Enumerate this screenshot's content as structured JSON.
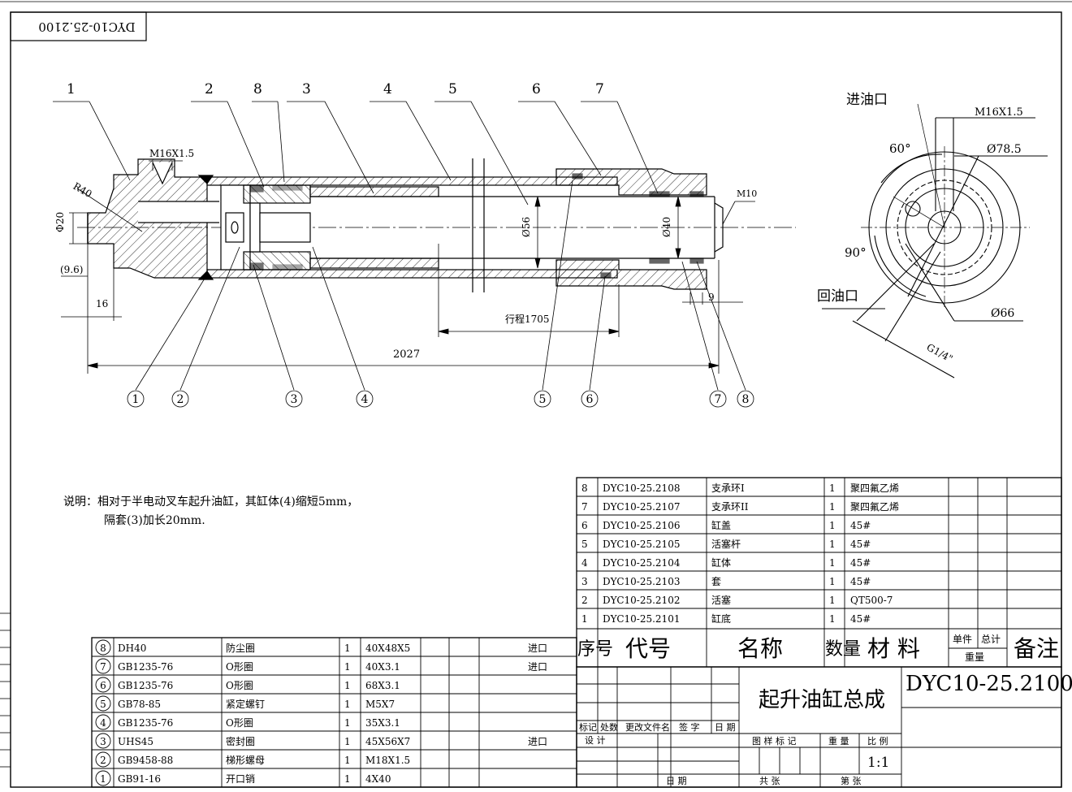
{
  "drawing_number_box": "DYC10-25.2100",
  "part_callouts_top": [
    "1",
    "2",
    "8",
    "3",
    "4",
    "5",
    "6",
    "7"
  ],
  "part_callouts_bottom": [
    "1",
    "2",
    "3",
    "4",
    "5",
    "6",
    "7",
    "8"
  ],
  "dimensions": {
    "m16_left": "M16X1.5",
    "r40": "R40",
    "phi20": "Φ20",
    "d96": "(9.6)",
    "d16": "16",
    "phi56": "Ø56",
    "phi40": "Ø40",
    "m10": "M10",
    "d9": "9",
    "stroke": "行程1705",
    "total_length": "2027"
  },
  "end_view": {
    "inlet": "进油口",
    "outlet": "回油口",
    "thread": "M16X1.5",
    "d785": "Ø78.5",
    "d66": "Ø66",
    "g14": "G1/4\"",
    "angle60": "60°",
    "angle90": "90°"
  },
  "note": {
    "line1": "说明：相对于半电动叉车起升油缸，其缸体(4)缩短5mm，",
    "line2": "隔套(3)加长20mm."
  },
  "bom_right": {
    "rows": [
      {
        "no": "8",
        "code": "DYC10-25.2108",
        "name": "支承环I",
        "qty": "1",
        "material": "聚四氟乙烯"
      },
      {
        "no": "7",
        "code": "DYC10-25.2107",
        "name": "支承环II",
        "qty": "1",
        "material": "聚四氟乙烯"
      },
      {
        "no": "6",
        "code": "DYC10-25.2106",
        "name": "缸盖",
        "qty": "1",
        "material": "45#"
      },
      {
        "no": "5",
        "code": "DYC10-25.2105",
        "name": "活塞杆",
        "qty": "1",
        "material": "45#"
      },
      {
        "no": "4",
        "code": "DYC10-25.2104",
        "name": "缸体",
        "qty": "1",
        "material": "45#"
      },
      {
        "no": "3",
        "code": "DYC10-25.2103",
        "name": "套",
        "qty": "1",
        "material": "45#"
      },
      {
        "no": "2",
        "code": "DYC10-25.2102",
        "name": "活塞",
        "qty": "1",
        "material": "QT500-7"
      },
      {
        "no": "1",
        "code": "DYC10-25.2101",
        "name": "缸底",
        "qty": "1",
        "material": "45#"
      }
    ],
    "header": {
      "no": "序号",
      "code": "代号",
      "name": "名称",
      "qty": "数量",
      "material": "材  料",
      "unit": "单件",
      "total": "总计",
      "weight": "重量",
      "remark": "备注"
    }
  },
  "bom_left": {
    "rows": [
      {
        "no": "8",
        "code": "DH40",
        "name": "防尘圈",
        "qty": "1",
        "spec": "40X48X5",
        "note": "进口"
      },
      {
        "no": "7",
        "code": "GB1235-76",
        "name": "O形圈",
        "qty": "1",
        "spec": "40X3.1",
        "note": "进口"
      },
      {
        "no": "6",
        "code": "GB1235-76",
        "name": "O形圈",
        "qty": "1",
        "spec": "68X3.1",
        "note": ""
      },
      {
        "no": "5",
        "code": "GB78-85",
        "name": "紧定螺钉",
        "qty": "1",
        "spec": "M5X7",
        "note": ""
      },
      {
        "no": "4",
        "code": "GB1235-76",
        "name": "O形圈",
        "qty": "1",
        "spec": "35X3.1",
        "note": ""
      },
      {
        "no": "3",
        "code": "UHS45",
        "name": "密封圈",
        "qty": "1",
        "spec": "45X56X7",
        "note": "进口"
      },
      {
        "no": "2",
        "code": "GB9458-88",
        "name": "梯形螺母",
        "qty": "1",
        "spec": "M18X1.5",
        "note": ""
      },
      {
        "no": "1",
        "code": "GB91-16",
        "name": "开口销",
        "qty": "1",
        "spec": "4X40",
        "note": ""
      }
    ]
  },
  "title_block": {
    "title": "起升油缸总成",
    "drawing_no": "DYC10-25.2100",
    "scale": "1:1",
    "labels": {
      "mark": "标记",
      "count": "处数",
      "change_doc": "更改文件名",
      "sign": "签  字",
      "date": "日 期",
      "design": "设 计",
      "date2": "日 期",
      "sample_mark": "图 样 标 记",
      "weight": "重 量",
      "ratio": "比 例",
      "total_sheets": "共      张",
      "sheet_no": "第      张"
    }
  }
}
